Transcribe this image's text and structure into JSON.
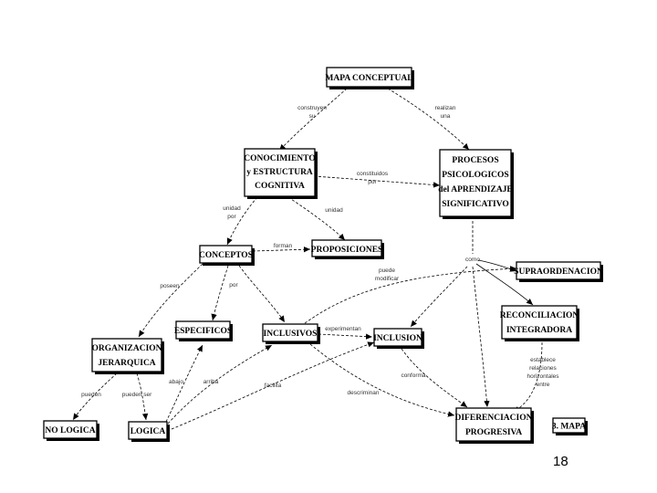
{
  "nodes": {
    "mapa": "MAPA CONCEPTUAL",
    "conocimiento": [
      "CONOCIMIENTO",
      "y ESTRUCTURA",
      "COGNITIVA"
    ],
    "procesos": [
      "PROCESOS",
      "PSICOLOGICOS",
      "del APRENDIZAJE",
      "SIGNIFICATIVO"
    ],
    "conceptos": "CONCEPTOS",
    "proposiciones": "PROPOSICIONES",
    "supraordenacion": "SUPRAORDENACION",
    "especificos": "ESPECIFICOS",
    "inclusivos": "INCLUSIVOS",
    "inclusion": "INCLUSION",
    "reconciliacion": [
      "RECONCILIACION",
      "INTEGRADORA"
    ],
    "organizacion": [
      "ORGANIZACION",
      "JERARQUICA"
    ],
    "no_logica": "NO LOGICA",
    "logica": "LOGICA",
    "diferenciacion": [
      "DIFERENCIACION",
      "PROGRESIVA"
    ],
    "tres_mapa": "3. MAPA"
  },
  "labels": {
    "construyen": [
      "construyen",
      "su"
    ],
    "realizan": [
      "realizan",
      "una"
    ],
    "constituidos": [
      "constituidos",
      "por"
    ],
    "unidad_por": [
      "unidad",
      "por"
    ],
    "unidad": [
      "unidad"
    ],
    "forman": [
      "forman"
    ],
    "como": [
      "como"
    ],
    "puede_modificar": [
      "puede",
      "modificar"
    ],
    "poseen": [
      "poseen"
    ],
    "por": [
      "por"
    ],
    "experimentan": [
      "experimentan"
    ],
    "pueden": [
      "pueden"
    ],
    "pueden_ser": [
      "pueden ser"
    ],
    "abajo": [
      "abajo"
    ],
    "arriba": [
      "arriba"
    ],
    "facilita": [
      "facilita"
    ],
    "conforma": [
      "conforma"
    ],
    "descriminan": [
      "descriminan"
    ],
    "establece": [
      "establece",
      "relaciones",
      "horizontales",
      "entre"
    ]
  },
  "page_number": "18"
}
